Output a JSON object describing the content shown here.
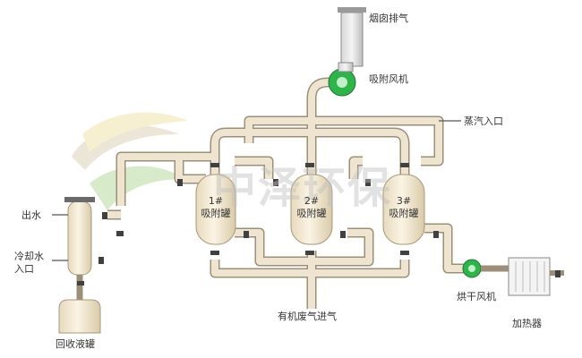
{
  "labels": {
    "chimney": "烟囱排气",
    "adsorb_fan": "吸附风机",
    "steam_inlet": "蒸汽入口",
    "water_out": "出水",
    "cool_water_in_1": "冷却水",
    "cool_water_in_2": "入口",
    "dry_fan": "烘干风机",
    "heater": "加热器",
    "gas_in": "有机废气进气",
    "recovery_tank": "回收液罐"
  },
  "vessels": [
    {
      "num": "1#",
      "name": "吸附罐"
    },
    {
      "num": "2#",
      "name": "吸附罐"
    },
    {
      "num": "3#",
      "name": "吸附罐"
    }
  ],
  "watermark": "中泽环保",
  "colors": {
    "pipe": "#e8dcc8",
    "pipe_edge": "#9c8f7a",
    "vessel": "#f2e7cf",
    "fan": "#2fb34a",
    "valve": "#404040"
  }
}
